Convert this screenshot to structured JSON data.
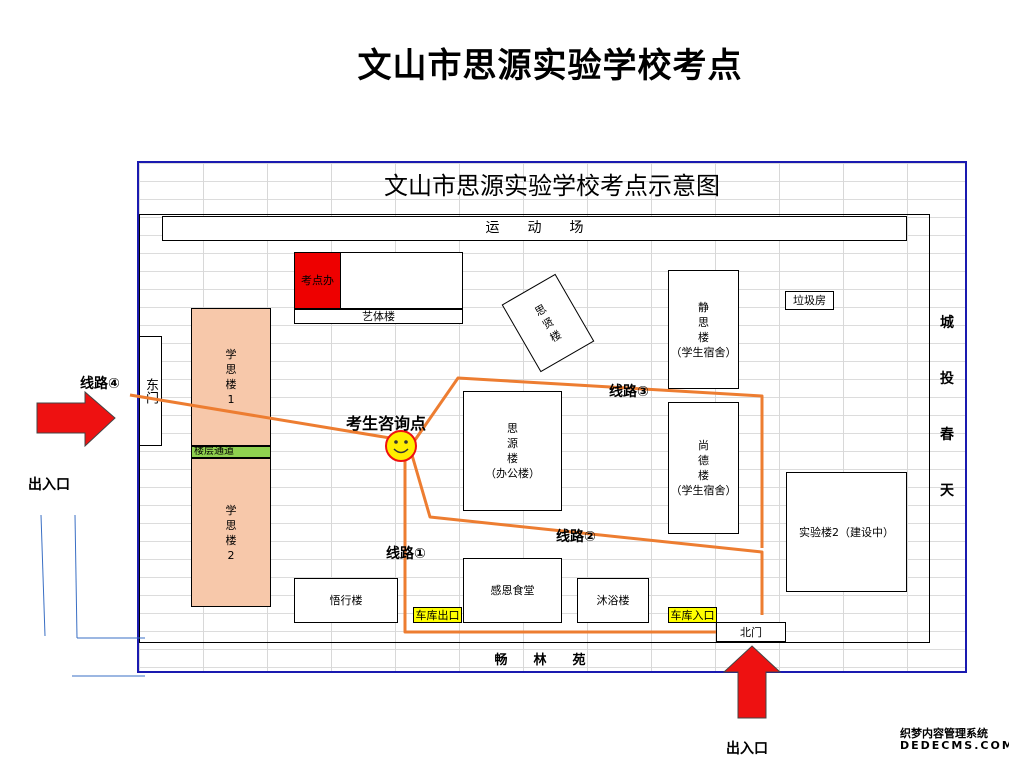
{
  "page_title": "文山市思源实验学校考点",
  "map_title": "文山市思源实验学校考点示意图",
  "buildings": {
    "playground": "运　　动　　场",
    "exam_office": "考点办",
    "art_building": "艺体楼",
    "sixian": "思\n贤\n楼",
    "garbage": "垃圾房",
    "jingsi": "静\n思\n楼\n（学生宿舍）",
    "dongmen": "东门",
    "xuesi1": "学\n思\n楼\n1",
    "corridor": "楼层通道",
    "xuesi2": "学\n思\n楼\n2",
    "siyuan": "思\n源\n楼\n（办公楼）",
    "shangde": "尚\n德\n楼\n（学生宿舍）",
    "lab2": "实验楼2（建设中）",
    "wuxing": "悟行楼",
    "canteen": "感恩食堂",
    "bath": "沐浴楼",
    "garage_exit": "车库出口",
    "garage_entry": "车库入口",
    "north_gate": "北门",
    "changlin": "畅　　林　　苑"
  },
  "east_road": [
    "城",
    "投",
    "春",
    "天"
  ],
  "routes": {
    "r1": "线路①",
    "r2": "线路②",
    "r3": "线路③",
    "r4": "线路④"
  },
  "consult_point": "考生咨询点",
  "entrance_left": "出入口",
  "entrance_bottom": "出入口",
  "watermark_line1": "织梦内容管理系统",
  "watermark_line2": "DEDECMS.COM",
  "colors": {
    "route": "#ed7d31",
    "arrow": "#ee1111",
    "frame": "#1a1ab0",
    "peach": "#f7c8aa",
    "exam_office": "#ee0000",
    "corridor": "#8fd14f",
    "highlight": "#ffff00"
  }
}
